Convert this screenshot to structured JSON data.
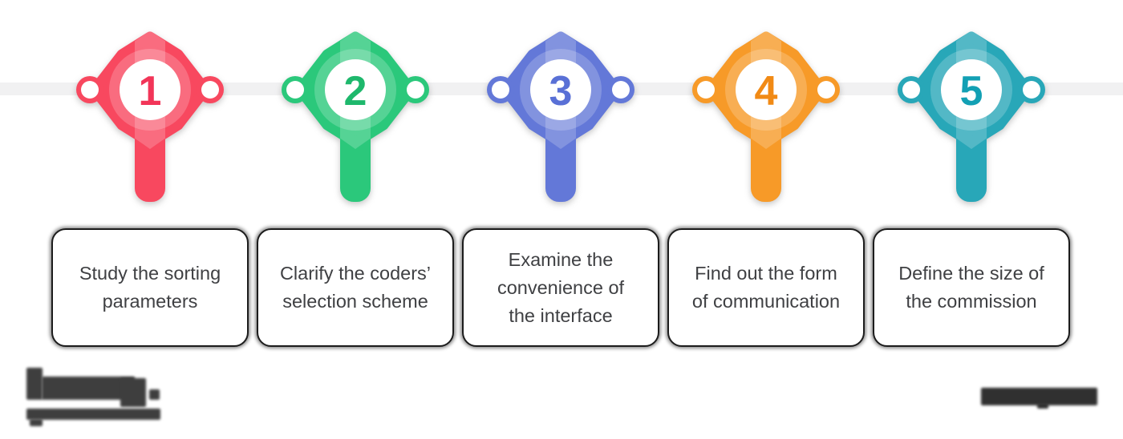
{
  "timeline": {
    "color": "#F1F1F2"
  },
  "card": {
    "background": "#FFFFFF",
    "text_color": "#3F4043",
    "border_color": "#1C1C1C"
  },
  "steps": [
    {
      "number": "1",
      "color": "#F8485F",
      "number_color": "#F23558",
      "card_text": "Study the sorting\nparameters"
    },
    {
      "number": "2",
      "color": "#2BC87B",
      "number_color": "#1EB86C",
      "card_text": "Clarify the coders’\nselection scheme"
    },
    {
      "number": "3",
      "color": "#6378D8",
      "number_color": "#5970D6",
      "card_text": "Examine the\nconvenience of\nthe interface"
    },
    {
      "number": "4",
      "color": "#F79A28",
      "number_color": "#F18A15",
      "card_text": "Find out the form\nof communication"
    },
    {
      "number": "5",
      "color": "#28A7B8",
      "number_color": "#12A0B4",
      "card_text": "Define the size of\nthe commission"
    }
  ],
  "watermarks": {
    "left_logo_illegible": true,
    "right_logo_illegible": true
  }
}
